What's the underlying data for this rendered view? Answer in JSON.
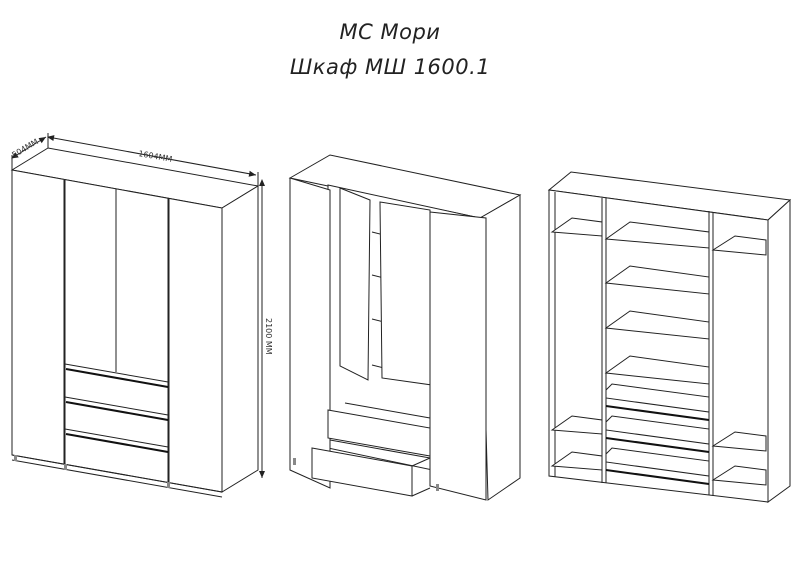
{
  "header": {
    "brand_line": "МС Мори",
    "product_line": "Шкаф МШ 1600.1"
  },
  "dimensions": {
    "depth": "504ММ",
    "width": "1604ММ",
    "height": "2100 ММ"
  },
  "views": [
    {
      "name": "closed-front-view",
      "doors": 4,
      "drawers": 3
    },
    {
      "name": "open-doors-view",
      "doors_open": 4,
      "drawers_open": 2
    },
    {
      "name": "internal-structure-view",
      "sections": 3,
      "drawers": 3
    }
  ],
  "colors": {
    "line": "#222222",
    "background": "#ffffff"
  }
}
